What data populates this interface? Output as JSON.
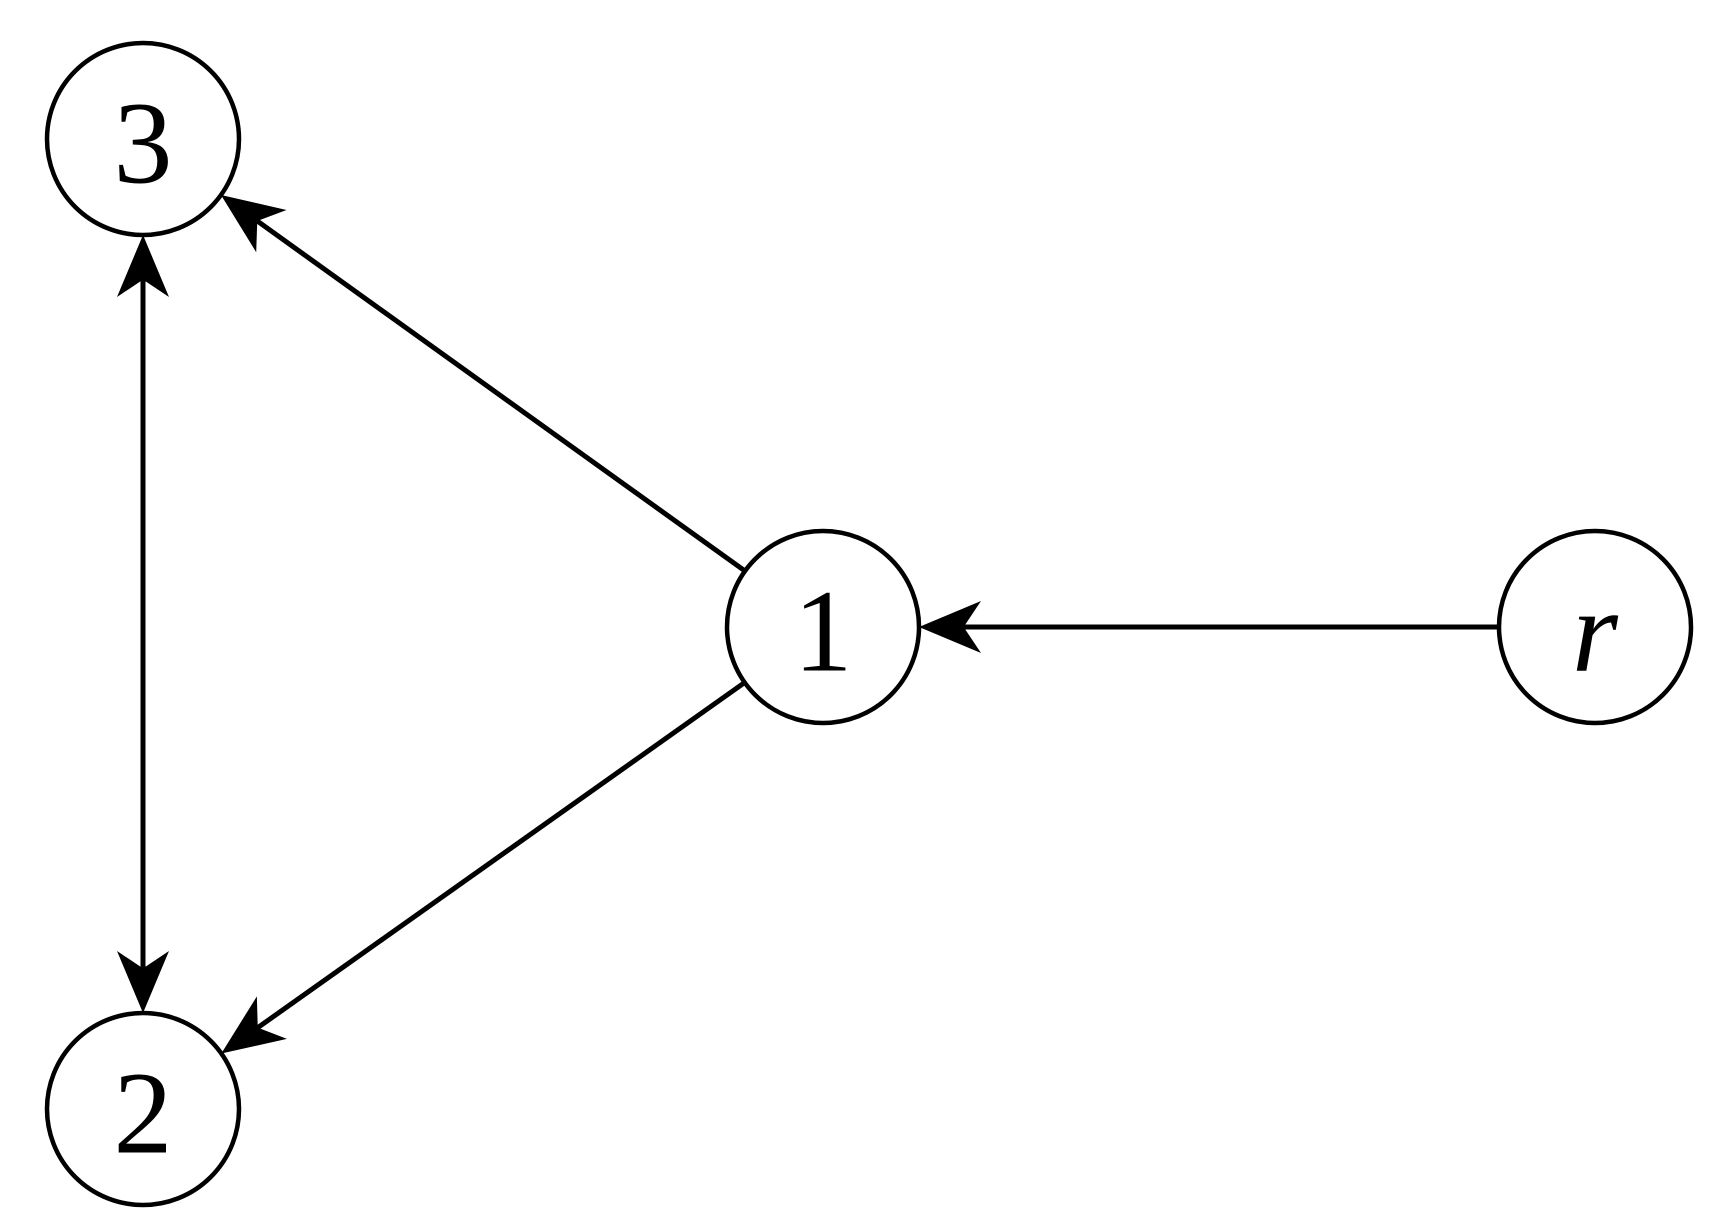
{
  "graph": {
    "nodes": [
      {
        "id": "n3",
        "label": "3",
        "italic": false
      },
      {
        "id": "n2",
        "label": "2",
        "italic": false
      },
      {
        "id": "n1",
        "label": "1",
        "italic": false
      },
      {
        "id": "nr",
        "label": "r",
        "italic": true
      }
    ],
    "edges": [
      {
        "from": "nr",
        "to": "n1",
        "bidirectional": false
      },
      {
        "from": "n1",
        "to": "n3",
        "bidirectional": false
      },
      {
        "from": "n1",
        "to": "n2",
        "bidirectional": false
      },
      {
        "from": "n3",
        "to": "n2",
        "bidirectional": true
      }
    ]
  }
}
